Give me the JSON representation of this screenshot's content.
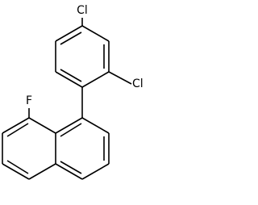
{
  "molecule": {
    "atom_labels": {
      "cl_para": "Cl",
      "cl_ortho": "Cl",
      "fluorine": "F"
    },
    "colors": {
      "bond": "#000000",
      "label": "#000000",
      "background": "#ffffff"
    }
  }
}
